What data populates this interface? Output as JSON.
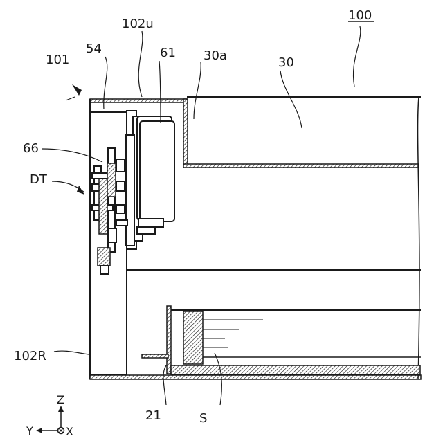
{
  "labels": {
    "device": "100",
    "unit": "101",
    "upper_plate": "102u",
    "bracket": "54",
    "module": "61",
    "tray_edge": "30a",
    "tray": "30",
    "part66": "66",
    "detector": "DT",
    "right_plate": "102R",
    "stopper": "21",
    "sheet": "S"
  },
  "axes": {
    "z": "Z",
    "y": "Y",
    "x": "X"
  }
}
